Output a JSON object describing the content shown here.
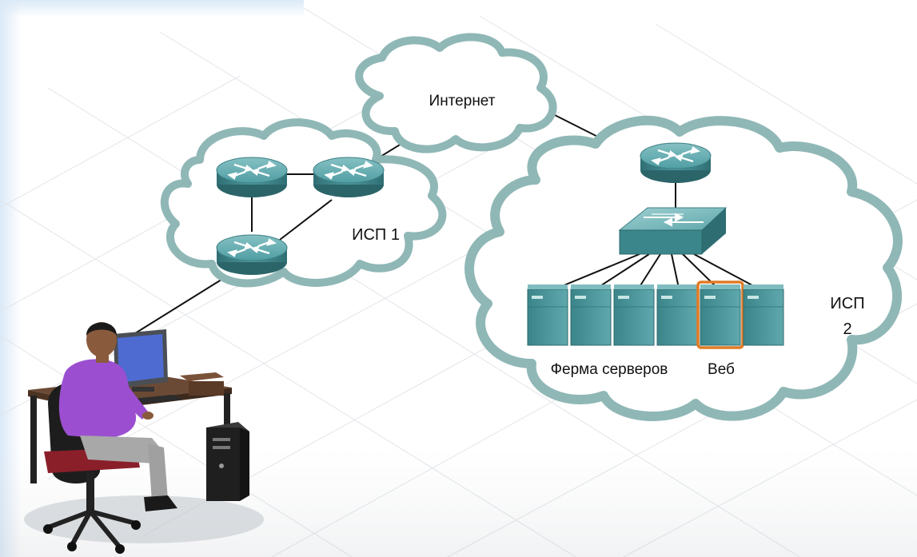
{
  "labels": {
    "internet": "Интернет",
    "isp1": "ИСП 1",
    "isp2_line1": "ИСП",
    "isp2_line2": "2",
    "server_farm": "Ферма серверов",
    "web": "Веб"
  },
  "colors": {
    "cloud_stroke": "#8fb7b6",
    "cloud_fill": "#ffffff",
    "device": "#3f8f95",
    "device_light": "#6fb4b8",
    "server": "#3d8b8f",
    "web_highlight": "#e07b25",
    "link": "#111111",
    "grid": "#e3e6ea"
  },
  "icons": {
    "router": "router-icon",
    "switch": "switch-icon",
    "server": "server-icon",
    "user": "user-at-computer-icon"
  }
}
